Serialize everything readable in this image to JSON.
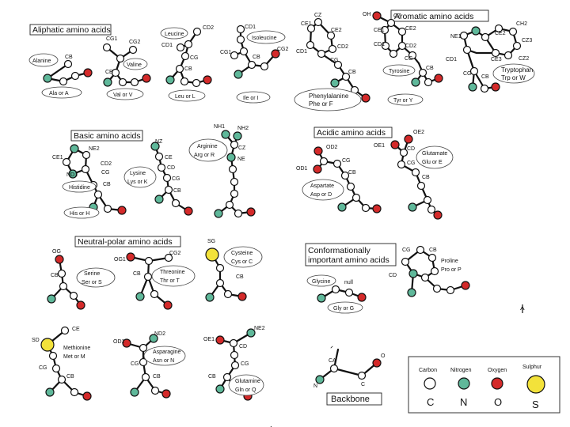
{
  "colors": {
    "carbon": "#ffffff",
    "nitrogen": "#5fb89a",
    "oxygen": "#d42a2a",
    "sulphur": "#f3e23a",
    "outline": "#111111"
  },
  "sections": {
    "aliphatic": "Aliphatic amino acids",
    "aromatic": "Aromatic amino acids",
    "basic": "Basic amino acids",
    "acidic": "Acidic amino acids",
    "neutral": "Neutral-polar amino acids",
    "conformational": [
      "Conformationally",
      "important amino acids"
    ]
  },
  "acids": {
    "alanine": {
      "name": "Alanine",
      "code": "Ala or A"
    },
    "valine": {
      "name": "Valine",
      "code": "Val or V"
    },
    "leucine": {
      "name": "Leucine",
      "code": "Leu or L"
    },
    "isoleucine": {
      "name": "Isoleucine",
      "code": "Ile or I"
    },
    "phenylalanine": {
      "name": "Phenylalanine",
      "code": "Phe or F"
    },
    "tyrosine": {
      "name": "Tyrosine",
      "code": "Tyr or Y"
    },
    "tryptophan": {
      "name": "Tryptophan",
      "code": "Trp or W"
    },
    "histidine": {
      "name": "Histidine",
      "code": "His or H"
    },
    "lysine": {
      "name": "Lysine",
      "code": "Lys or K"
    },
    "arginine": {
      "name": "Arginine",
      "code": "Arg or R"
    },
    "aspartate": {
      "name": "Aspartate",
      "code": "Asp or D"
    },
    "glutamate": {
      "name": "Glutamate",
      "code": "Glu or E"
    },
    "serine": {
      "name": "Serine",
      "code": "Ser or S"
    },
    "threonine": {
      "name": "Threonine",
      "code": "Thr or T"
    },
    "cysteine": {
      "name": "Cysteine",
      "code": "Cys or C"
    },
    "glycine": {
      "name": "Glycine",
      "code": "Gly or G",
      "extra": "null"
    },
    "proline": {
      "name": "Proline",
      "code": "Pro or P"
    },
    "methionine": {
      "name": "Methionine",
      "code": "Met or M"
    },
    "asparagine": {
      "name": "Asparagine",
      "code": "Asn or N"
    },
    "glutamine": {
      "name": "Glutamine",
      "code": "Gln or Q"
    }
  },
  "atom_labels": {
    "cb": "CB",
    "cg": "CG",
    "cg1": "CG1",
    "cg2": "CG2",
    "cd": "CD",
    "cd1": "CD1",
    "cd2": "CD2",
    "ce": "CE",
    "ce1": "CE1",
    "ce2": "CE2",
    "ce3": "CE3",
    "cz": "CZ",
    "cz2": "CZ2",
    "cz3": "CZ3",
    "ch2": "CH2",
    "ne": "NE",
    "ne1": "NE1",
    "ne2": "NE2",
    "nd1": "ND1",
    "nd2": "ND2",
    "nh1": "NH1",
    "nh2": "NH2",
    "nz": "NZ",
    "od1": "OD1",
    "od2": "OD2",
    "oe1": "OE1",
    "oe2": "OE2",
    "og": "OG",
    "og1": "OG1",
    "oh": "OH",
    "sd": "SD",
    "sg": "SG",
    "ca": "CA",
    "c": "C",
    "n": "N",
    "o": "O"
  },
  "backbone_title": "Backbone",
  "legend": {
    "items": [
      {
        "name": "Carbon",
        "symbol": "C"
      },
      {
        "name": "Nitrogen",
        "symbol": "N"
      },
      {
        "name": "Oxygen",
        "symbol": "O"
      },
      {
        "name": "Sulphur",
        "symbol": "S"
      }
    ]
  },
  "margin_marks": {
    "arrow": "^",
    "dot": "."
  }
}
